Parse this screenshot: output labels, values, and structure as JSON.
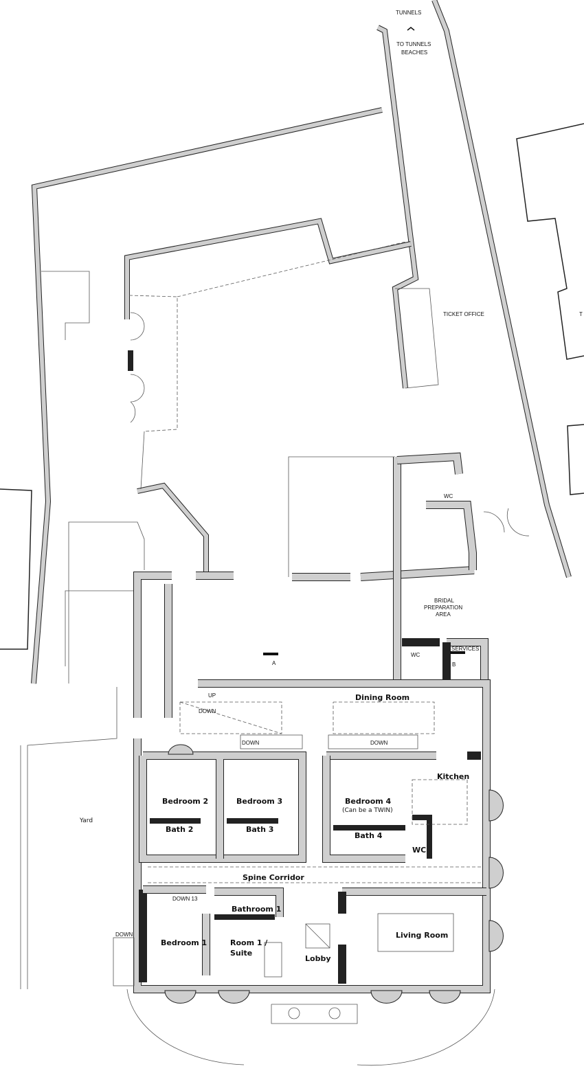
{
  "labels": {
    "tunnels": "TUNNELS",
    "to_tunnels_1": "TO TUNNELS",
    "to_tunnels_2": "BEACHES",
    "ticket_office": "TICKET OFFICE",
    "t_edge": "T",
    "wc_top": "WC",
    "bridal_1": "BRIDAL",
    "bridal_2": "PREPARATION",
    "bridal_3": "AREA",
    "wc_bridal": "WC",
    "services": "SERVICES",
    "b_marker": "B",
    "a_marker": "A",
    "up": "UP",
    "down_1": "DOWN",
    "dining_room": "Dining Room",
    "down_2": "DOWN",
    "down_3": "DOWN",
    "bedroom_2": "Bedroom 2",
    "bedroom_3": "Bedroom 3",
    "bedroom_4": "Bedroom 4",
    "twin_note": "(Can be a TWIN)",
    "kitchen": "Kitchen",
    "bath_2": "Bath 2",
    "bath_3": "Bath 3",
    "bath_4": "Bath 4",
    "wc_kitchen": "WC",
    "yard": "Yard",
    "spine_corridor": "Spine Corridor",
    "down_13": "DOWN 13",
    "bathroom_1": "Bathroom 1",
    "bedroom_1": "Bedroom 1",
    "room1_suite_1": "Room 1 /",
    "room1_suite_2": "Suite",
    "lobby": "Lobby",
    "living_room": "Living Room",
    "down_yard": "DOWN"
  }
}
